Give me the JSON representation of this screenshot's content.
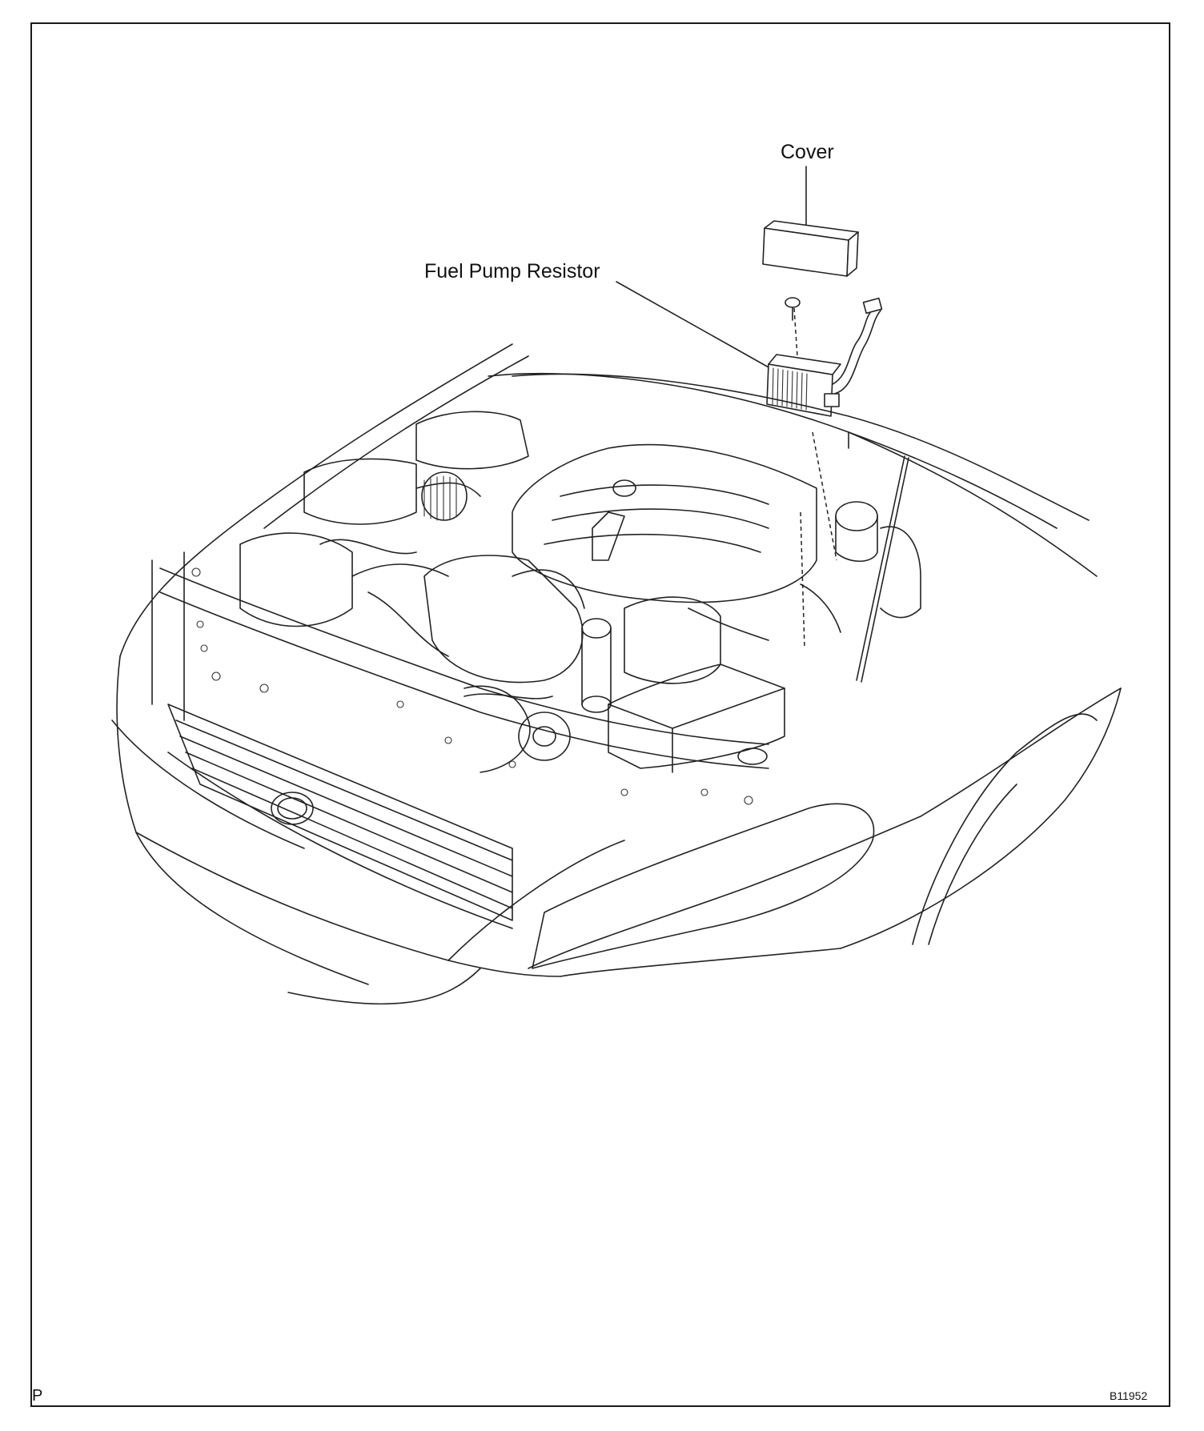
{
  "labels": {
    "cover": "Cover",
    "fuel_pump_resistor": "Fuel Pump Resistor"
  },
  "footer": {
    "corner_mark": "P",
    "figure_code": "B11952"
  },
  "colors": {
    "line": "#222222",
    "background": "#ffffff"
  }
}
